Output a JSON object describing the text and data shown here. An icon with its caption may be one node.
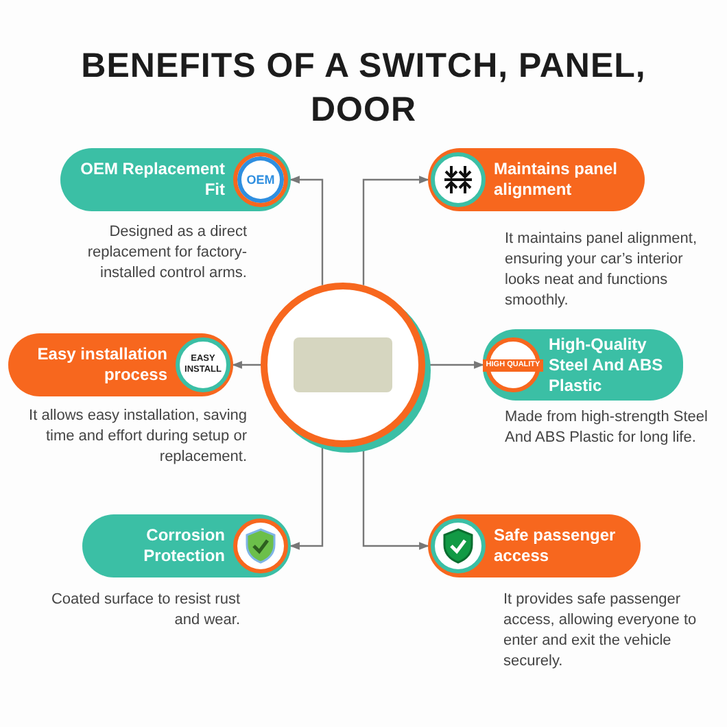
{
  "diagram": {
    "title": "BENEFITS OF A SWITCH, PANEL, DOOR",
    "nodes": [
      {
        "text": [],
        "shape": "picture"
      },
      {
        "text": [
          "OEM Replacement Fit"
        ],
        "beside": [
          "Designed as a direct replacement for factory-installed control arms."
        ]
      },
      {
        "text": [
          "Maintains panel alignment"
        ],
        "beside": [
          "It maintains panel alignment, ensuring your car’s interior looks neat and functions smoothly."
        ]
      },
      {
        "text": [
          "Easy installation process"
        ],
        "beside": [
          "It allows easy installation, saving time and effort during setup or replacement."
        ]
      },
      {
        "text": [
          "High-Quality Steel And ABS Plastic"
        ],
        "beside": [
          "Made from high-strength Steel And ABS Plastic for long life."
        ]
      },
      {
        "text": [
          "Corrosion Protection"
        ],
        "beside": [
          "Coated surface to resist rust and wear."
        ]
      },
      {
        "text": [
          "Safe passenger access"
        ],
        "beside": [
          "It provides safe passenger access, allowing everyone to enter and exit the vehicle securely."
        ]
      }
    ],
    "edges": [
      {
        "from": 0,
        "to": 1,
        "arrow": "to"
      },
      {
        "from": 0,
        "to": 2,
        "arrow": "to"
      },
      {
        "from": 0,
        "to": 3,
        "arrow": "to"
      },
      {
        "from": 0,
        "to": 4,
        "arrow": "to"
      },
      {
        "from": 0,
        "to": 5,
        "arrow": "to"
      },
      {
        "from": 0,
        "to": 6,
        "arrow": "to"
      }
    ],
    "labels": [
      "OEM",
      "EASY INSTALL",
      "HIGH QUALITY"
    ]
  }
}
